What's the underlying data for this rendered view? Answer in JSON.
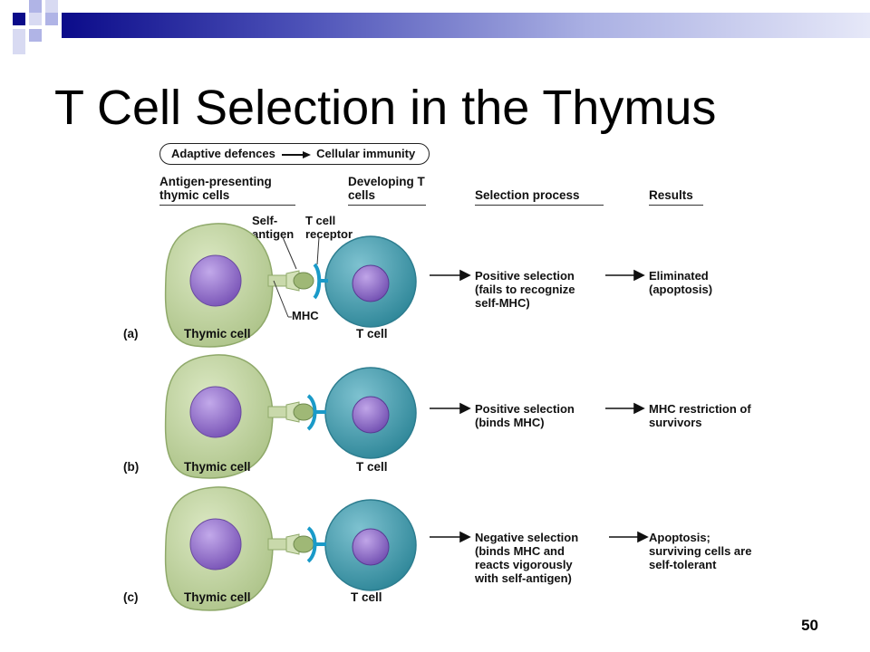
{
  "title": "T Cell Selection in the Thymus",
  "banner": {
    "left": "Adaptive defences",
    "right": "Cellular immunity"
  },
  "headers": {
    "apc": "Antigen-presenting thymic cells",
    "tcell": "Developing T cells",
    "process": "Selection process",
    "results": "Results"
  },
  "annotations": {
    "self_antigen": "Self- antigen",
    "receptor": "T cell receptor",
    "mhc": "MHC"
  },
  "rows": [
    {
      "letter": "(a)",
      "thymic": "Thymic cell",
      "tcell": "T cell",
      "process_title": "Positive selection",
      "process_desc": "(fails to recognize self-MHC)",
      "result": "Eliminated (apoptosis)"
    },
    {
      "letter": "(b)",
      "thymic": "Thymic cell",
      "tcell": "T cell",
      "process_title": "Positive selection",
      "process_desc": "(binds MHC)",
      "result": "MHC restriction of survivors"
    },
    {
      "letter": "(c)",
      "thymic": "Thymic cell",
      "tcell": "T cell",
      "process_title": "Negative selection",
      "process_desc": "(binds MHC and reacts vigorously with self-antigen)",
      "result": "Apoptosis; surviving cells are self-tolerant"
    }
  ],
  "page_number": "50",
  "colors": {
    "thymic_cell": "#c3d5a3",
    "thymic_edge": "#8fa96a",
    "nucleus": "#9b79cc",
    "t_cell": "#4aa0b2",
    "t_edge": "#2d7d8f",
    "receptor": "#1a9ac8",
    "accent": "#0b0b8a"
  }
}
